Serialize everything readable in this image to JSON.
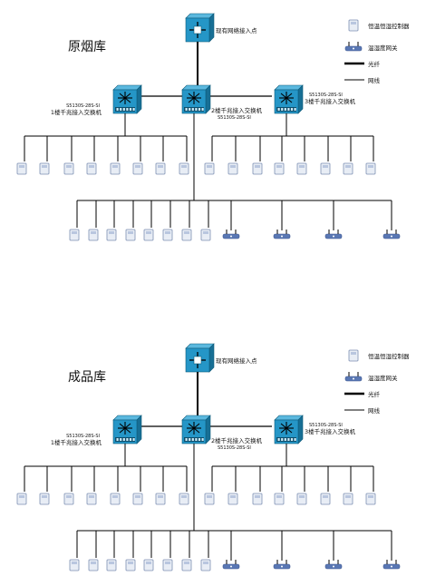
{
  "diagrams": [
    {
      "title": "原烟库",
      "core_label": "现有网络接入点",
      "switches": [
        {
          "model": "S5130S-28S-SI",
          "name": "1楼千兆接入交换机"
        },
        {
          "model": "S5130S-28S-SI",
          "name": "2楼千兆接入交换机"
        },
        {
          "model": "S5130S-28S-SI",
          "name": "3楼千兆接入交换机"
        }
      ],
      "legend": [
        {
          "label": "恒温恒湿控制器",
          "icon": "controller-icon"
        },
        {
          "label": "温湿度网关",
          "icon": "gateway-icon"
        },
        {
          "label": "光纤",
          "icon": "fiber-line"
        },
        {
          "label": "网线",
          "icon": "cable-line"
        }
      ]
    },
    {
      "title": "成品库",
      "core_label": "现有网络接入点",
      "switches": [
        {
          "model": "S5130S-28S-SI",
          "name": "1楼千兆接入交换机"
        },
        {
          "model": "S5130S-28S-SI",
          "name": "2楼千兆接入交换机"
        },
        {
          "model": "S5130S-28S-SI",
          "name": "3楼千兆接入交换机"
        }
      ],
      "legend": [
        {
          "label": "恒温恒湿控制器",
          "icon": "controller-icon"
        },
        {
          "label": "温湿度网关",
          "icon": "gateway-icon"
        },
        {
          "label": "光纤",
          "icon": "fiber-line"
        },
        {
          "label": "网线",
          "icon": "cable-line"
        }
      ]
    }
  ],
  "colors": {
    "switch_fill": "#2596c7",
    "switch_dark": "#176f95",
    "device_fill": "#e8edf5",
    "device_stroke": "#7d8fb3",
    "gateway_fill": "#5a78b4",
    "line": "#000000"
  }
}
